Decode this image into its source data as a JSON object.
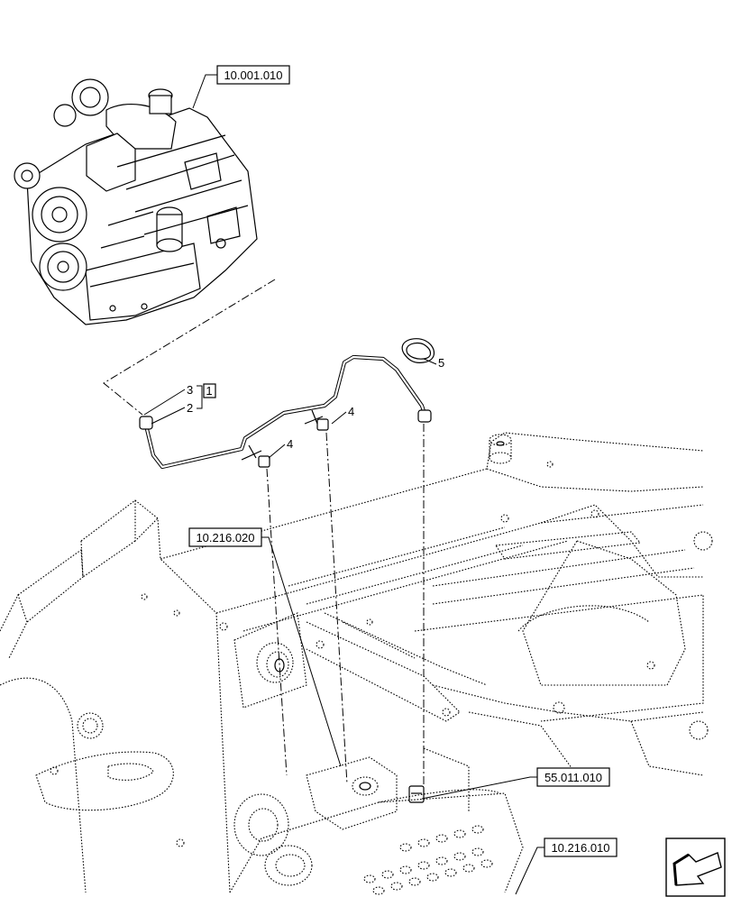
{
  "references": {
    "engine": "10.001.010",
    "tank_bracket": "10.216.020",
    "sensor": "55.011.010",
    "tank": "10.216.010"
  },
  "callouts": {
    "item_3": "3",
    "item_2": "2",
    "item_1": "1",
    "item_4_upper": "4",
    "item_4_lower": "4",
    "item_5": "5"
  },
  "icons": {
    "nav_arrow": "arrow-down-left-icon"
  }
}
